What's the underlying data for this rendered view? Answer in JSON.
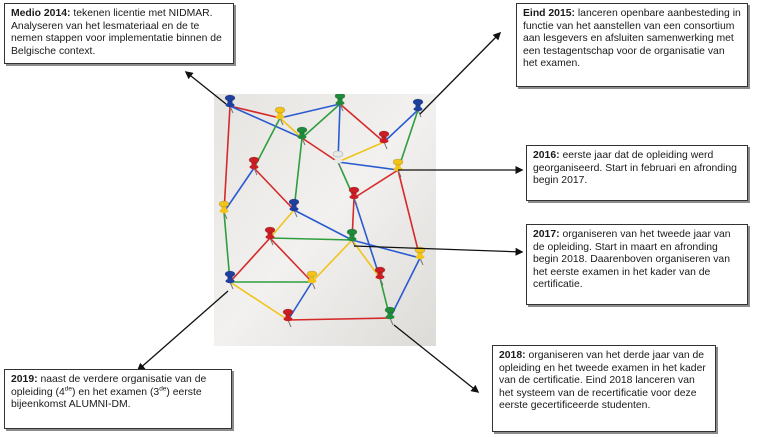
{
  "events": {
    "e2014": {
      "date": "Medio 2014:",
      "text": " tekenen licentie met NIDMAR. Analyseren van het lesmateriaal en de te nemen stappen voor implementatie binnen de Belgische context."
    },
    "e2015": {
      "date": "Eind 2015:",
      "text": " lanceren openbare aanbesteding in functie van het aanstellen van een consortium aan lesgevers en afsluiten samenwerking met een testagentschap voor de organisatie van het examen."
    },
    "e2016": {
      "date": "2016:",
      "text": " eerste jaar dat de opleiding werd georganiseerd. Start in februari en afronding begin 2017."
    },
    "e2017": {
      "date": "2017:",
      "text": " organiseren van het tweede jaar van de opleiding. Start in maart en afronding begin 2018. Daarenboven organiseren van het eerste examen in het kader van de certificatie."
    },
    "e2018": {
      "date": "2018:",
      "text": " organiseren van het derde jaar van de opleiding en het tweede examen in het kader van de certificatie. Eind 2018 lanceren van het systeem van de recertificatie voor deze eerste gecertificeerde studenten."
    },
    "e2019": {
      "date": "2019:",
      "text_a": " naast de verdere organisatie van de opleiding (4",
      "sup_a": "de",
      "text_b": ") en het examen (3",
      "sup_b": "de",
      "text_c": ") eerste bijeenkomst ALUMNI-DM."
    }
  },
  "colors": {
    "pin_blue": "#1f3f9e",
    "pin_red": "#c81e24",
    "pin_green": "#1f8a3a",
    "pin_yellow": "#f2c318",
    "pin_white": "#e8e8e8",
    "string_red": "#d42a2a",
    "string_blue": "#2a5bd0",
    "string_green": "#2f9e3e",
    "string_yellow": "#f0c419",
    "arrow": "#111111",
    "box_border": "#333333"
  }
}
